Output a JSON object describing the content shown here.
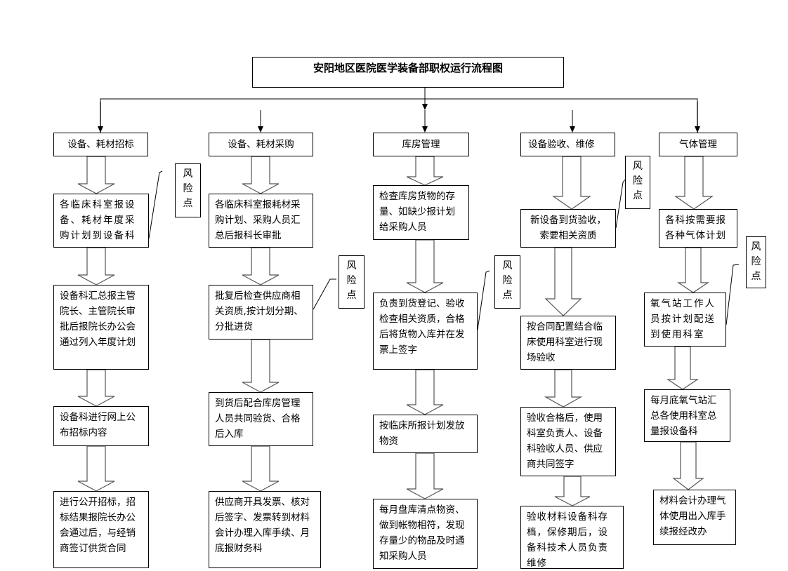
{
  "title": "安阳地区医院医学装备部职权运行流程图",
  "columns": [
    {
      "header": "设备、耗材招标",
      "steps": [
        "各临床科室报设备、耗材年度采购计划到设备科",
        "设备科汇总报主管院长、主管院长审批后报院长办公会通过列入年度计划",
        "设备科进行网上公布招标内容",
        "进行公开招标，招标结果报院长办公会通过后，与经销商签订供货合同"
      ]
    },
    {
      "header": "设备、耗材采购",
      "steps": [
        "各临床科室报耗材采购计划、采购人员汇总后报科长审批",
        "批复后检查供应商相关资质,按计划分期、分批进货",
        "到货后配合库房管理人员共同验货、合格后入库",
        "供应商开具发票、核对后签字、发票转到材料会计办理入库手续、月底报财务科"
      ]
    },
    {
      "header": "库房管理",
      "steps": [
        "检查库房货物的存量、如缺少报计划给采购人员",
        "负责到货登记、验收检查相关资质，合格后将货物入库并在发票上签字",
        "按临床所报计划发放物资",
        "每月盘库清点物资、做到帐物相符，发现存量少的物品及时通知采购人员"
      ]
    },
    {
      "header": "设备验收、维修",
      "steps": [
        "新设备到货验收，索要相关资质",
        "按合同配置结合临床使用科室进行现场验收",
        "验收合格后，使用科室负责人、设备科验收人员、供应商共同签字",
        "验收材料设备科存档，保修期后，设备科技术人员负责维修"
      ]
    },
    {
      "header": "气体管理",
      "steps": [
        "各科按需要报各种气体计划",
        "氧气站工作人员按计划配送到使用科室",
        "每月底氧气站汇总各使用科室总量报设备科",
        "材料会计办理气体使用出入库手续报经改办"
      ]
    }
  ],
  "risk_label": [
    "风",
    "险",
    "点"
  ],
  "colors": {
    "line": "#000000",
    "arrow_outline": "#555555",
    "background": "#ffffff"
  }
}
